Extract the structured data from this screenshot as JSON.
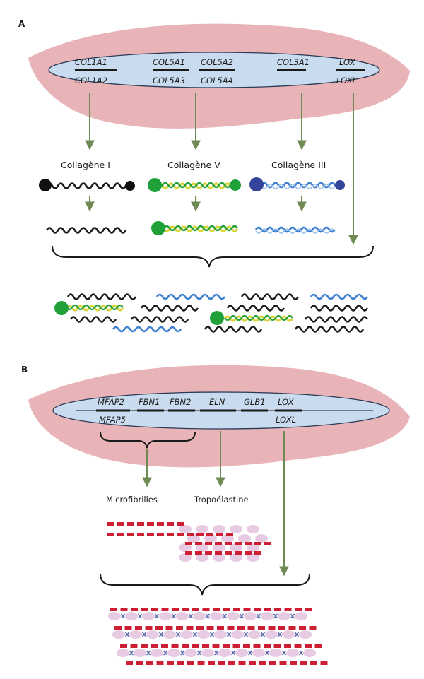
{
  "panel_a": {
    "label": "A",
    "genes_top": [
      "COL1A1",
      "COL5A1",
      "COL5A2",
      "COL3A1",
      "LOX"
    ],
    "genes_bottom": [
      "COL1A2",
      "COL5A3",
      "COL5A4",
      "LOXL"
    ],
    "products": [
      "Collagène I",
      "Collagène V",
      "Collagène III"
    ]
  },
  "panel_b": {
    "label": "B",
    "genes_top": [
      "MFAP2",
      "FBN1",
      "FBN2",
      "ELN",
      "GLB1",
      "LOX"
    ],
    "genes_bottom": [
      "MFAP5",
      "LOXL"
    ],
    "products": [
      "Microfibrilles",
      "Tropoélastine"
    ]
  },
  "colors": {
    "cell": "#e8b4b8",
    "nucleus": "#c9dbee",
    "arrow": "#6f8a52",
    "collagen_I": "#1a1a1a",
    "collagen_V_green": "#1fa038",
    "collagen_V_yellow": "#d8d43a",
    "collagen_III": "#3f7fd0",
    "collagen_III_end": "#33449a",
    "microfibril": "#cc1f33",
    "tropoelastin": "#e7cbe3",
    "crosslink": "#5a68b0"
  }
}
